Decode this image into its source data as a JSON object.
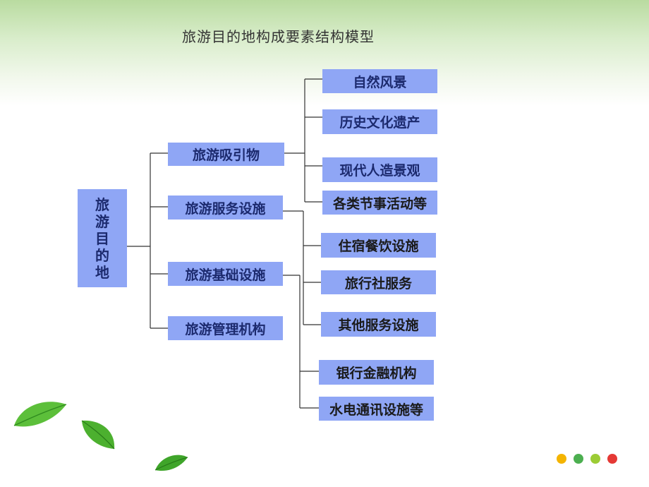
{
  "title": "旅游目的地构成要素结构模型",
  "root": {
    "label": "旅游目的地",
    "chars": [
      "旅",
      "游",
      "目",
      "的",
      "地"
    ]
  },
  "categories": [
    {
      "label": "旅游吸引物",
      "children": [
        "自然风景",
        "历史文化遗产",
        "现代人造景观",
        "各类节事活动等"
      ]
    },
    {
      "label": "旅游服务设施",
      "children": [
        "住宿餐饮设施",
        "旅行社服务",
        "其他服务设施"
      ]
    },
    {
      "label": "旅游基础设施",
      "children": [
        "银行金融机构",
        "水电通讯设施等"
      ]
    },
    {
      "label": "旅游管理机构",
      "children": []
    }
  ],
  "colors": {
    "node_fill": "#8fa6f5",
    "line": "#333333",
    "dots": [
      "#f4b400",
      "#4caf50",
      "#9ccc35",
      "#e53935"
    ]
  },
  "icons": [
    "leaf-icon",
    "leaf-icon",
    "leaf-icon"
  ]
}
